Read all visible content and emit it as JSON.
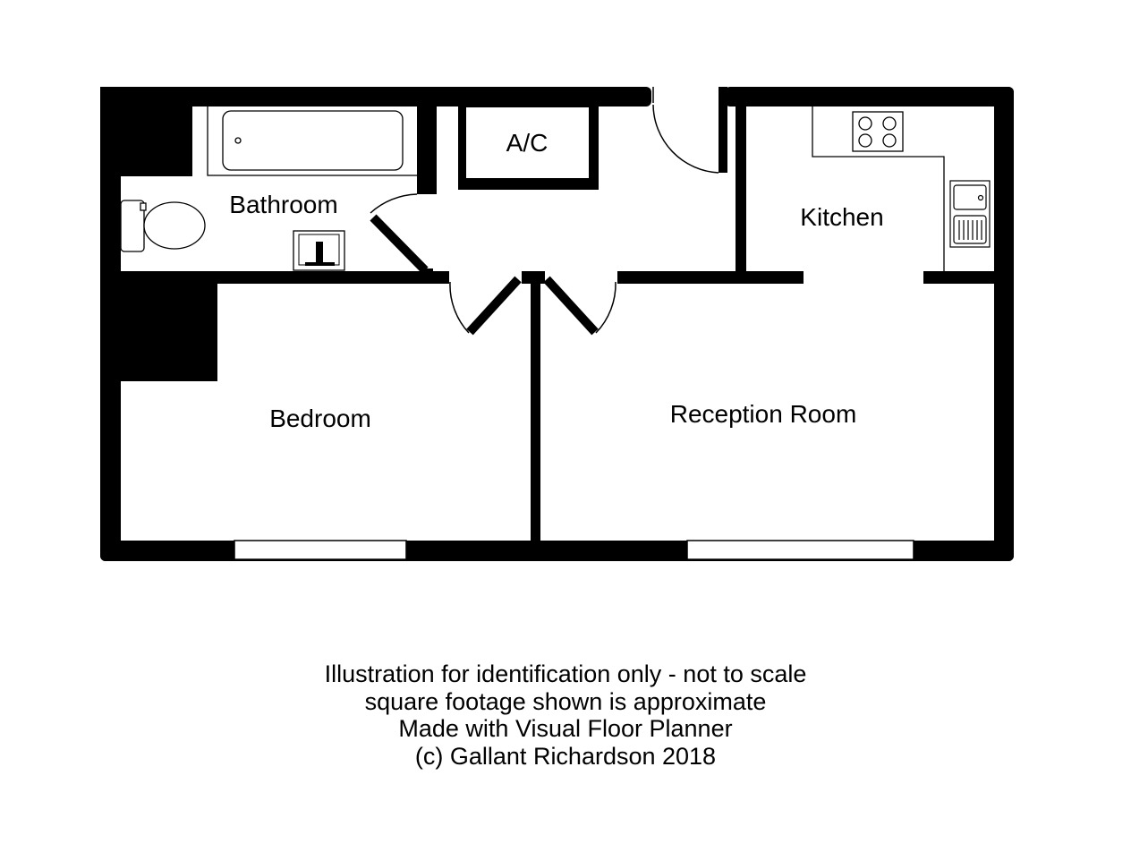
{
  "rooms": {
    "bathroom": "Bathroom",
    "ac": "A/C",
    "kitchen": "Kitchen",
    "bedroom": "Bedroom",
    "reception": "Reception Room"
  },
  "caption": {
    "line1": "Illustration for identification only - not to scale",
    "line2": "square footage shown is approximate",
    "line3": "Made with Visual Floor Planner",
    "line4": "(c) Gallant Richardson 2018"
  },
  "colors": {
    "wall": "#000000",
    "background": "#ffffff"
  }
}
